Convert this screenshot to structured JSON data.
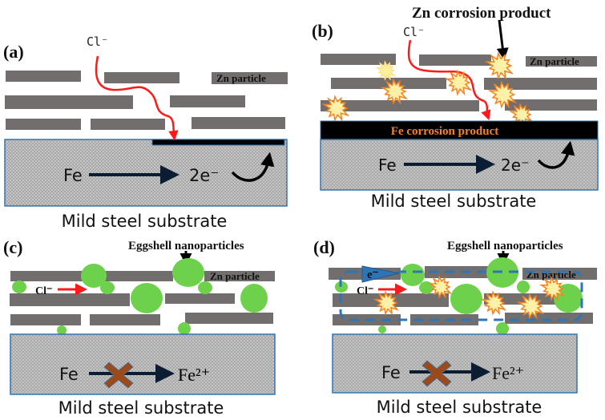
{
  "panels": {
    "a": {
      "label": "(a)",
      "chloride": "Cl⁻",
      "zn_label": "Zn particle",
      "reaction_left": "Fe",
      "reaction_right": "2e⁻",
      "substrate": "Mild steel substrate"
    },
    "b": {
      "label": "(b)",
      "chloride": "Cl⁻",
      "zn_label": "Zn particle",
      "zn_corrosion": "Zn corrosion product",
      "fe_corrosion": "Fe corrosion product",
      "reaction_left": "Fe",
      "reaction_right": "2e⁻",
      "substrate": "Mild steel substrate"
    },
    "c": {
      "label": "(c)",
      "chloride": "Cl⁻",
      "zn_label": "Zn particle",
      "eggshell": "Eggshell nanoparticles",
      "reaction_left": "Fe",
      "reaction_right": "Fe²⁺",
      "substrate": "Mild steel substrate"
    },
    "d": {
      "label": "(d)",
      "chloride": "Cl⁻",
      "electron": "e⁻",
      "zn_label": "Zn particle",
      "eggshell": "Eggshell nanoparticles",
      "reaction_left": "Fe",
      "reaction_right": "Fe²⁺",
      "substrate": "Mild steel substrate"
    }
  },
  "colors": {
    "zn": "#736e6e",
    "eggshell": "#6dd14b",
    "chloride_path": "#ff1a1a",
    "substrate_border": "#2e75b6",
    "corrosion_product": "#f58220",
    "blocked_x": "#9c4a1a",
    "electron_path": "#2e75b6"
  },
  "icons": {
    "blocked": "x-mark-icon",
    "corrosion": "starburst-icon",
    "electron_return": "curved-arrow-icon"
  }
}
